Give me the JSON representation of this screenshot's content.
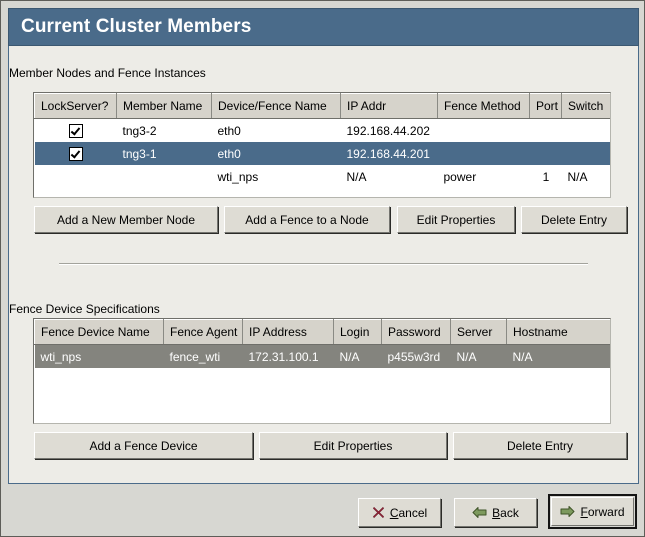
{
  "window": {
    "title": "Current Cluster Members"
  },
  "members_section": {
    "caption": "Member Nodes and Fence Instances",
    "columns": [
      "LockServer?",
      "Member Name",
      "Device/Fence Name",
      "IP Addr",
      "Fence Method",
      "Port",
      "Switch"
    ],
    "rows": [
      {
        "lockserver": "checked",
        "member_name": "tng3-2",
        "device_fence_name": "eth0",
        "ip_addr": "192.168.44.202",
        "fence_method": "",
        "port": "",
        "switch": "",
        "state": "normal"
      },
      {
        "lockserver": "checked",
        "member_name": "tng3-1",
        "device_fence_name": "eth0",
        "ip_addr": "192.168.44.201",
        "fence_method": "",
        "port": "",
        "switch": "",
        "state": "selected-active"
      },
      {
        "lockserver": "",
        "member_name": "",
        "device_fence_name": "wti_nps",
        "ip_addr": "N/A",
        "fence_method": "power",
        "port": "1",
        "switch": "N/A",
        "state": "normal"
      }
    ],
    "buttons": [
      "Add a New Member Node",
      "Add a Fence to a Node",
      "Edit Properties",
      "Delete Entry"
    ]
  },
  "fence_section": {
    "caption": "Fence Device Specifications",
    "columns": [
      "Fence Device Name",
      "Fence Agent",
      "IP Address",
      "Login",
      "Password",
      "Server",
      "Hostname"
    ],
    "rows": [
      {
        "fence_device_name": "wti_nps",
        "fence_agent": "fence_wti",
        "ip_address": "172.31.100.1",
        "login": "N/A",
        "password": "p455w3rd",
        "server": "N/A",
        "hostname": "N/A",
        "state": "selected-inactive"
      }
    ],
    "buttons": [
      "Add a Fence Device",
      "Edit Properties",
      "Delete Entry"
    ]
  },
  "actionbar": {
    "cancel": {
      "label": "Cancel",
      "mnemonic": "C",
      "icon": "cancel-x-icon"
    },
    "back": {
      "label": "Back",
      "mnemonic": "B",
      "icon": "arrow-left-icon"
    },
    "forward": {
      "label": "Forward",
      "mnemonic": "F",
      "icon": "arrow-right-icon",
      "default": true
    }
  },
  "colors": {
    "titlebar": "#4a6b8a",
    "selection_active": "#4a6b8a",
    "selection_inactive": "#84847e",
    "panel_bg": "#edece7",
    "window_bg": "#d7d7d2",
    "button_face": "#dedcd4",
    "header_face": "#d6d3cb",
    "arrow_green": "#6f8f52",
    "cancel_red": "#8f2236"
  }
}
